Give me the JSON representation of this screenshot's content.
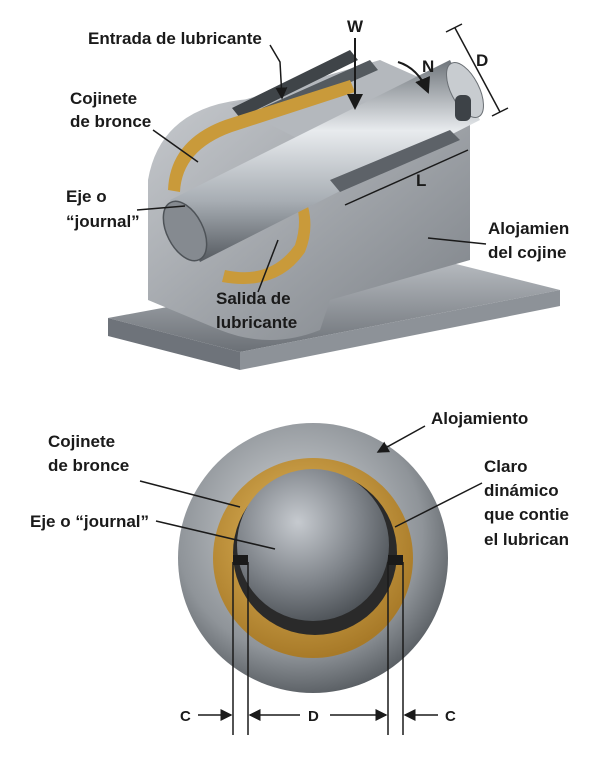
{
  "top_diagram": {
    "labels": {
      "lubricant_inlet": "Entrada de lubricante",
      "load": "W",
      "rotation": "N",
      "diameter": "D",
      "bronze_bearing_1": "Cojinete",
      "bronze_bearing_2": "de bronce",
      "shaft_1": "Eje o",
      "shaft_2": "“journal”",
      "housing_1": "Alojamien",
      "housing_2": "del cojine",
      "outlet_1": "Salida de",
      "outlet_2": "lubricante",
      "length": "L"
    }
  },
  "bottom_diagram": {
    "labels": {
      "housing": "Alojamiento",
      "bronze_bearing_1": "Cojinete",
      "bronze_bearing_2": "de bronce",
      "shaft": "Eje o “journal”",
      "clearance_1": "Claro",
      "clearance_2": "dinámico",
      "clearance_3": "que contie",
      "clearance_4": "el lubrican",
      "dim_c_left": "C",
      "dim_d": "D",
      "dim_c_right": "C"
    }
  },
  "colors": {
    "bronze": "#c99a3a",
    "steel": "#9ea3a8",
    "dark_gap": "#2a2a2a"
  }
}
